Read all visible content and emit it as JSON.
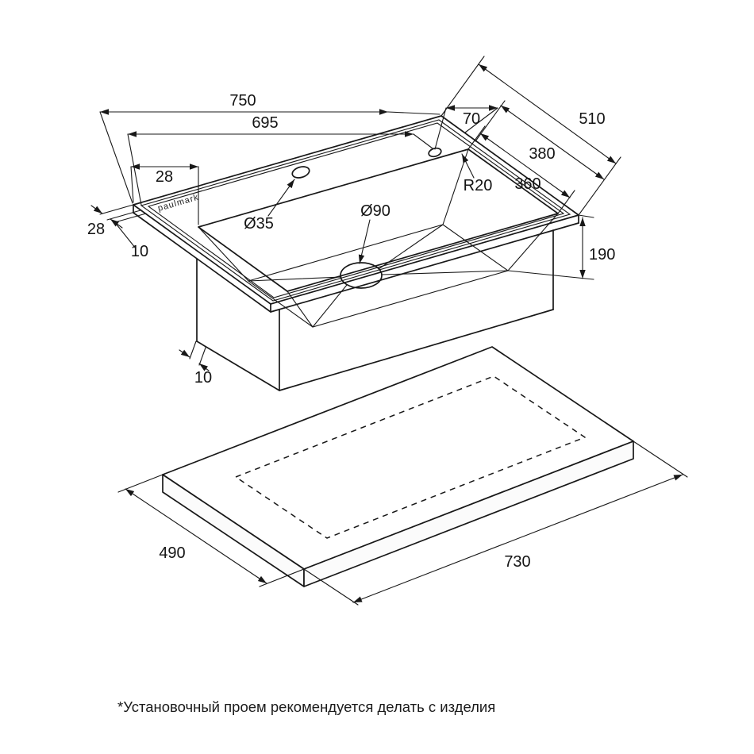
{
  "page": {
    "background": "#ffffff",
    "line_color": "#181818",
    "footnote": "*Установочный проем рекомендуется делать с изделия"
  },
  "sink": {
    "brand": "paulmark",
    "dims": {
      "overall_width": "750",
      "inner_width": "695",
      "hole_offset": "70",
      "overall_depth": "510",
      "deck_depth": "380",
      "bowl_width": "360",
      "rim_top": "28",
      "rim_left": "28",
      "lip_left": "10",
      "lip_bottom": "10",
      "bowl_height": "190",
      "corner_radius": "R20",
      "tap_hole": "Ø35",
      "drain": "Ø90"
    }
  },
  "cutout": {
    "width": "730",
    "depth": "490"
  }
}
